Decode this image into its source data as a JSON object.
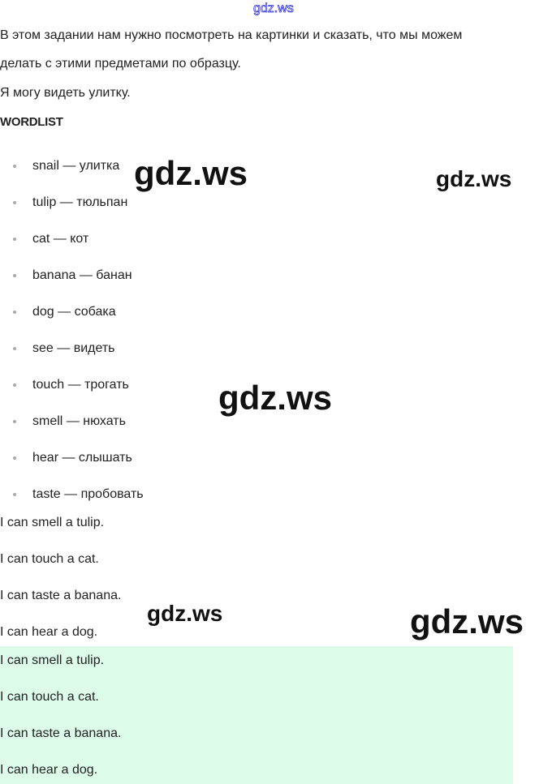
{
  "watermark": "gdz.ws",
  "intro": [
    "В этом задании нам нужно посмотреть на картинки и сказать, что мы можем",
    "делать с этими предметами по образцу.",
    "Я могу видеть улитку."
  ],
  "wordlist_heading": "WORDLIST",
  "wordlist": [
    "snail — улитка",
    "tulip — тюльпан",
    "cat — кот",
    "banana — банан",
    "dog — собака",
    "see — видеть",
    "touch — трогать",
    "smell — нюхать",
    "hear — слышать",
    "taste — пробовать"
  ],
  "sentences": [
    "I can smell a tulip.",
    "I can touch a cat.",
    "I can taste a banana.",
    "I can hear a dog."
  ],
  "answer": [
    "I can smell a tulip.",
    "I can touch a cat.",
    "I can taste a banana.",
    "I can hear a dog."
  ],
  "colors": {
    "answer_bg": "#dcfce9"
  }
}
